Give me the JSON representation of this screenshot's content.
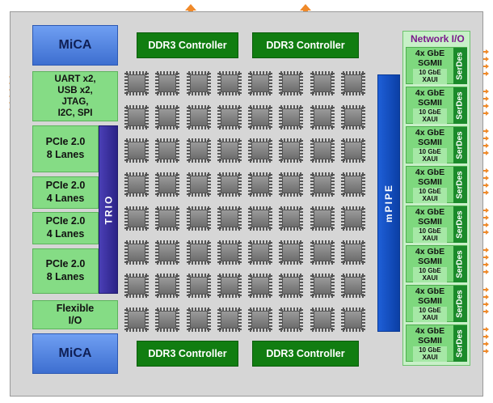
{
  "blocks": {
    "mica_top": "MiCA",
    "mica_bottom": "MiCA",
    "ddr_top_left": "DDR3 Controller",
    "ddr_top_right": "DDR3 Controller",
    "ddr_bottom_left": "DDR3 Controller",
    "ddr_bottom_right": "DDR3 Controller",
    "uart": [
      "UART x2,",
      "USB x2,",
      "JTAG,",
      "I2C, SPI"
    ],
    "pcie": [
      {
        "line1": "PCIe 2.0",
        "line2": "8 Lanes"
      },
      {
        "line1": "PCIe 2.0",
        "line2": "4 Lanes"
      },
      {
        "line1": "PCIe 2.0",
        "line2": "4 Lanes"
      },
      {
        "line1": "PCIe 2.0",
        "line2": "8 Lanes"
      }
    ],
    "flex": {
      "line1": "Flexible",
      "line2": "I/O"
    },
    "trio": "TRIO",
    "mpipe": "mPIPE"
  },
  "network": {
    "title": "Network I/O",
    "lanes": [
      {
        "gbe1": "4x GbE",
        "gbe2": "SGMII",
        "xaui": "10 GbE XAUI",
        "serdes": "SerDes"
      },
      {
        "gbe1": "4x GbE",
        "gbe2": "SGMII",
        "xaui": "10 GbE XAUI",
        "serdes": "SerDes"
      },
      {
        "gbe1": "4x GbE",
        "gbe2": "SGMII",
        "xaui": "10 GbE XAUI",
        "serdes": "SerDes"
      },
      {
        "gbe1": "4x GbE",
        "gbe2": "SGMII",
        "xaui": "10 GbE XAUI",
        "serdes": "SerDes"
      },
      {
        "gbe1": "4x GbE",
        "gbe2": "SGMII",
        "xaui": "10 GbE XAUI",
        "serdes": "SerDes"
      },
      {
        "gbe1": "4x GbE",
        "gbe2": "SGMII",
        "xaui": "10 GbE XAUI",
        "serdes": "SerDes"
      },
      {
        "gbe1": "4x GbE",
        "gbe2": "SGMII",
        "xaui": "10 GbE XAUI",
        "serdes": "SerDes"
      },
      {
        "gbe1": "4x GbE",
        "gbe2": "SGMII",
        "xaui": "10 GbE XAUI",
        "serdes": "SerDes"
      }
    ]
  },
  "tile_grid": {
    "rows": 8,
    "cols": 8
  },
  "colors": {
    "chip": "#d6d6d6",
    "mica": "#4f82e0",
    "ddr": "#117d11",
    "io_block": "#85dc85",
    "trio": "#3a3099",
    "mpipe": "#1652c8",
    "arrow": "#f08a2a",
    "network_title": "#7a1a8c"
  }
}
